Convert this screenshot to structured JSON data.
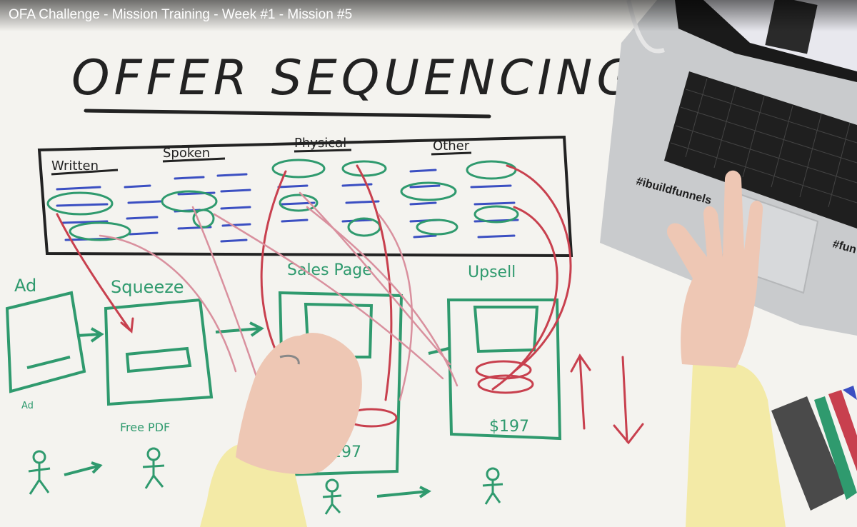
{
  "video": {
    "title": "OFA Challenge - Mission Training - Week #1 - Mission #5"
  },
  "whiteboard": {
    "heading": "OFFER SEQUENCING",
    "columns": [
      "Written",
      "Spoken",
      "Physical",
      "Other"
    ],
    "funnel_labels": [
      "Ad",
      "Squeeze",
      "Sales Page",
      "Upsell"
    ],
    "notes": [
      "Ad",
      "Free PDF"
    ],
    "prices": [
      "$197",
      "$197"
    ]
  },
  "laptop": {
    "sticker_text": "#ibuildfunnels",
    "sticker_text_2": "#fun"
  },
  "colors": {
    "board": "#f4f3ef",
    "ink_black": "#222222",
    "ink_blue": "#3b4fc2",
    "ink_green": "#2f9a6e",
    "ink_red": "#c8404e",
    "laptop_silver": "#c9cbcd",
    "sleeve_yellow": "#f3eaa6",
    "skin": "#eec7b4"
  }
}
